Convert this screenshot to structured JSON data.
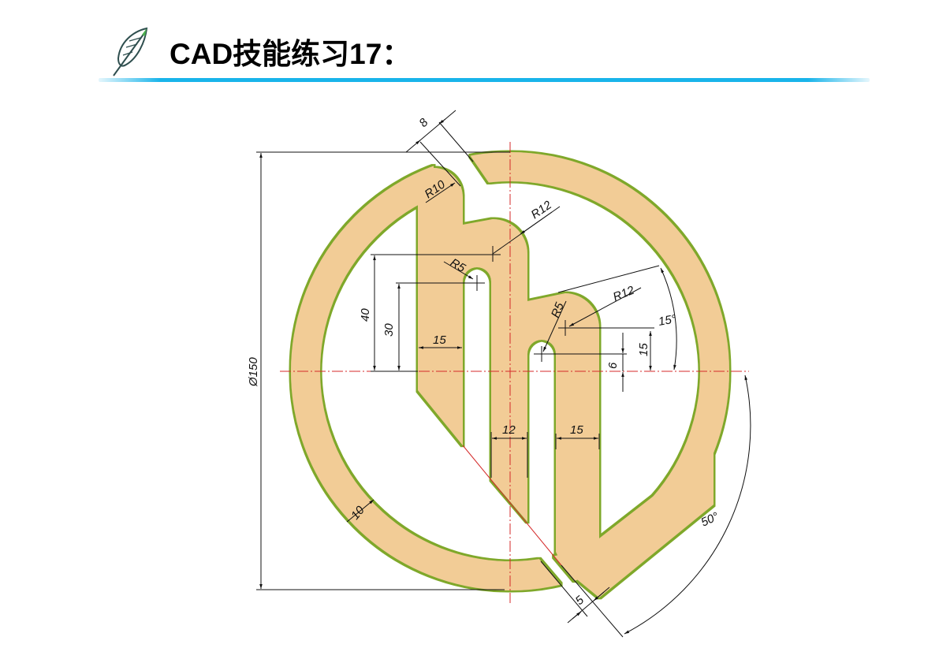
{
  "header": {
    "title": "CAD技能练习17：",
    "icon": "feather-icon"
  },
  "colors": {
    "fill": "#f2cc96",
    "outline": "#7fa82a",
    "centerline": "#d42a2a",
    "accent": "#19b4ea"
  },
  "drawing": {
    "dimensions": {
      "diameter": "Ø150",
      "slot_top": "8",
      "r10": "R10",
      "r12_top": "R12",
      "r5_left": "R5",
      "h40": "40",
      "h30": "30",
      "w15_left": "15",
      "w12": "12",
      "w15_right": "15",
      "r5_right": "R5",
      "r12_right": "R12",
      "angle15": "15°",
      "h15": "15",
      "h6": "6",
      "ring10": "10",
      "angle50": "50°",
      "gap5": "5"
    }
  }
}
